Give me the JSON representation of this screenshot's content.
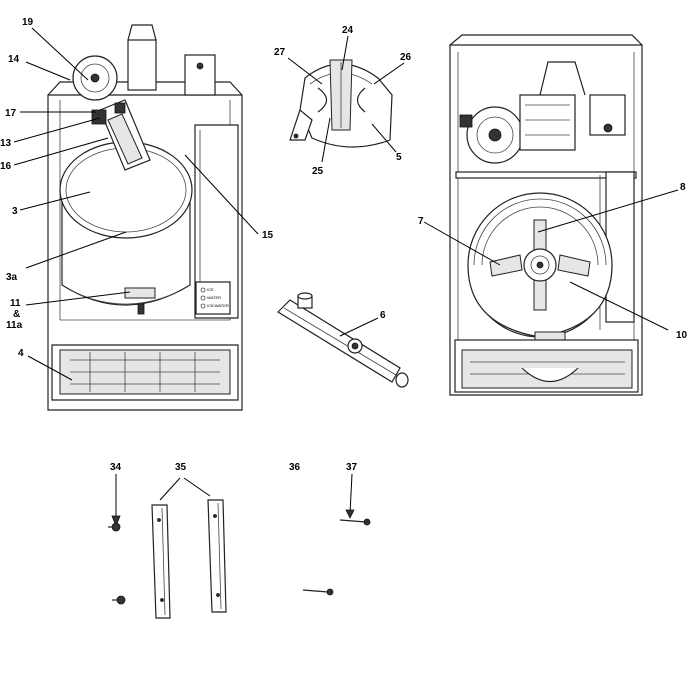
{
  "callouts": {
    "c19": "19",
    "c14": "14",
    "c17": "17",
    "c13": "13",
    "c16": "16",
    "c3": "3",
    "c3a": "3a",
    "c11": "11",
    "c_amp": "&",
    "c11a": "11a",
    "c4": "4",
    "c15": "15",
    "c27": "27",
    "c24": "24",
    "c26": "26",
    "c25": "25",
    "c5": "5",
    "c6": "6",
    "c8": "8",
    "c7": "7",
    "c10": "10",
    "c34": "34",
    "c35": "35",
    "c36": "36",
    "c37": "37"
  },
  "control_panel": {
    "line1": "ICE",
    "line2": "WATER",
    "line3": "ICE/WATER"
  }
}
